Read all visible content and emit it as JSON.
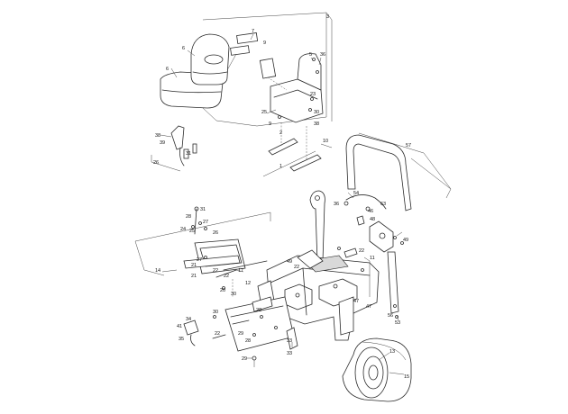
{
  "callouts": [
    {
      "id": "c3",
      "text": "3"
    },
    {
      "id": "c7",
      "text": "7"
    },
    {
      "id": "c9a",
      "text": "9"
    },
    {
      "id": "c5",
      "text": "5"
    },
    {
      "id": "c36a",
      "text": "36"
    },
    {
      "id": "c6",
      "text": "6"
    },
    {
      "id": "c23",
      "text": "23"
    },
    {
      "id": "c25",
      "text": "25"
    },
    {
      "id": "c30",
      "text": "30"
    },
    {
      "id": "c38",
      "text": "38"
    },
    {
      "id": "c9b",
      "text": "9"
    },
    {
      "id": "c2",
      "text": "2"
    },
    {
      "id": "c10",
      "text": "10"
    },
    {
      "id": "c1",
      "text": "1"
    },
    {
      "id": "c39",
      "text": "39"
    },
    {
      "id": "c31",
      "text": "31"
    },
    {
      "id": "c26",
      "text": "26"
    },
    {
      "id": "c57",
      "text": "57"
    },
    {
      "id": "c54",
      "text": "54"
    },
    {
      "id": "c36b",
      "text": "36"
    },
    {
      "id": "c63",
      "text": "63"
    },
    {
      "id": "c46",
      "text": "46"
    },
    {
      "id": "c48",
      "text": "48"
    },
    {
      "id": "c49",
      "text": "49"
    },
    {
      "id": "c28",
      "text": "28"
    },
    {
      "id": "c27",
      "text": "27"
    },
    {
      "id": "c24",
      "text": "24"
    },
    {
      "id": "c21",
      "text": "21"
    },
    {
      "id": "c22",
      "text": "22"
    },
    {
      "id": "c14",
      "text": "14"
    },
    {
      "id": "c17",
      "text": "17"
    },
    {
      "id": "c11",
      "text": "11"
    },
    {
      "id": "c12",
      "text": "12"
    },
    {
      "id": "c47",
      "text": "47"
    },
    {
      "id": "c20",
      "text": "20"
    },
    {
      "id": "c56",
      "text": "56"
    },
    {
      "id": "c53",
      "text": "53"
    },
    {
      "id": "c35",
      "text": "35"
    },
    {
      "id": "c34",
      "text": "34"
    },
    {
      "id": "c41",
      "text": "41"
    },
    {
      "id": "c13",
      "text": "13"
    },
    {
      "id": "c15",
      "text": "15"
    },
    {
      "id": "c33",
      "text": "33"
    },
    {
      "id": "c29",
      "text": "29"
    }
  ],
  "colors": {
    "line": "#2a2a2a",
    "background": "#ffffff",
    "shade": "#d9d9d9"
  }
}
